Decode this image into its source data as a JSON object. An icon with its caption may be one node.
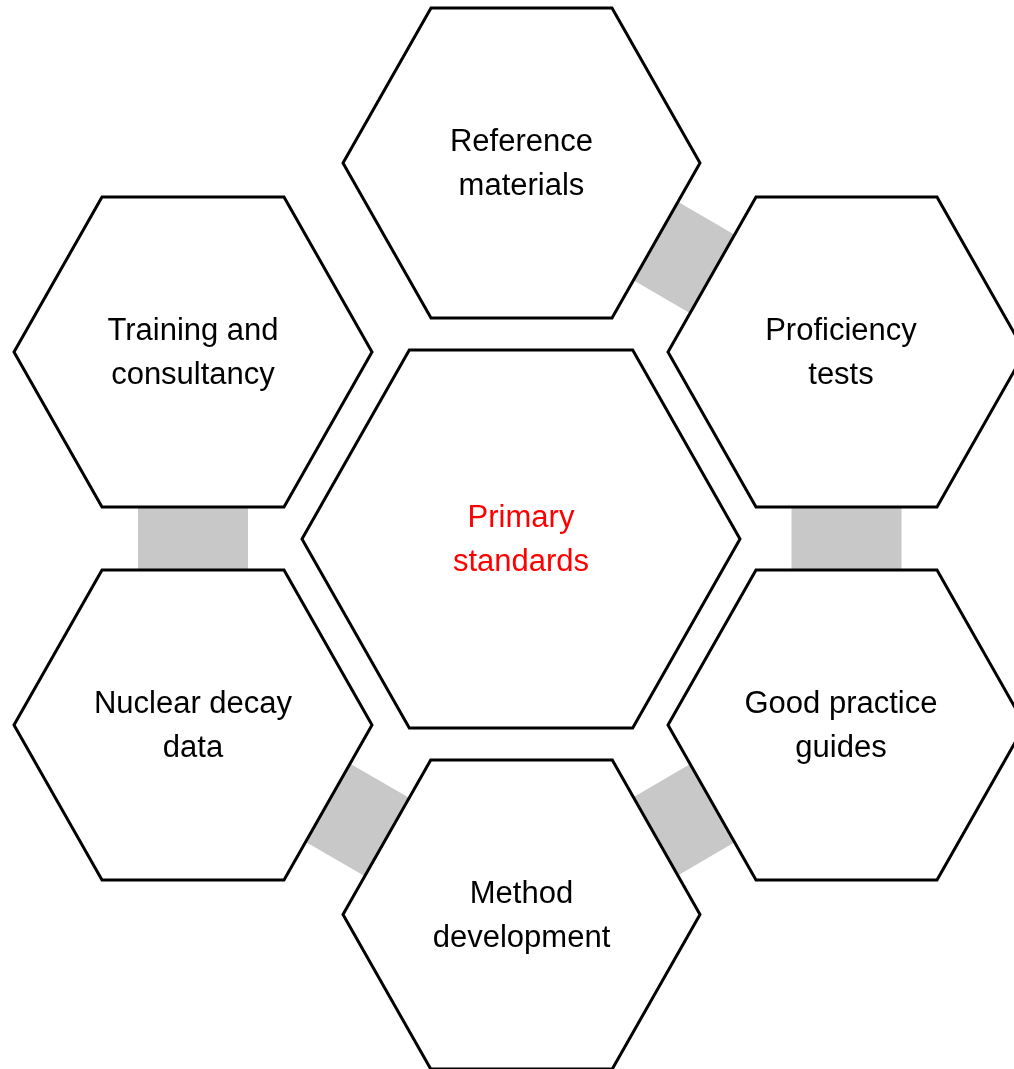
{
  "diagram": {
    "nodes": [
      {
        "text": [
          "Reference materials"
        ]
      },
      {
        "text": [
          "Training and consultancy"
        ]
      },
      {
        "text": [
          "Proficiency tests"
        ]
      },
      {
        "text": [
          "Primary standards"
        ]
      },
      {
        "text": [
          "Nuclear decay data"
        ]
      },
      {
        "text": [
          "Good practice guides"
        ]
      },
      {
        "text": [
          "Method development"
        ]
      }
    ],
    "edges": [
      {
        "from": 0,
        "to": 2,
        "arrow": "none"
      },
      {
        "from": 2,
        "to": 5,
        "arrow": "none"
      },
      {
        "from": 5,
        "to": 6,
        "arrow": "none"
      },
      {
        "from": 6,
        "to": 4,
        "arrow": "none"
      },
      {
        "from": 4,
        "to": 1,
        "arrow": "none"
      }
    ]
  }
}
